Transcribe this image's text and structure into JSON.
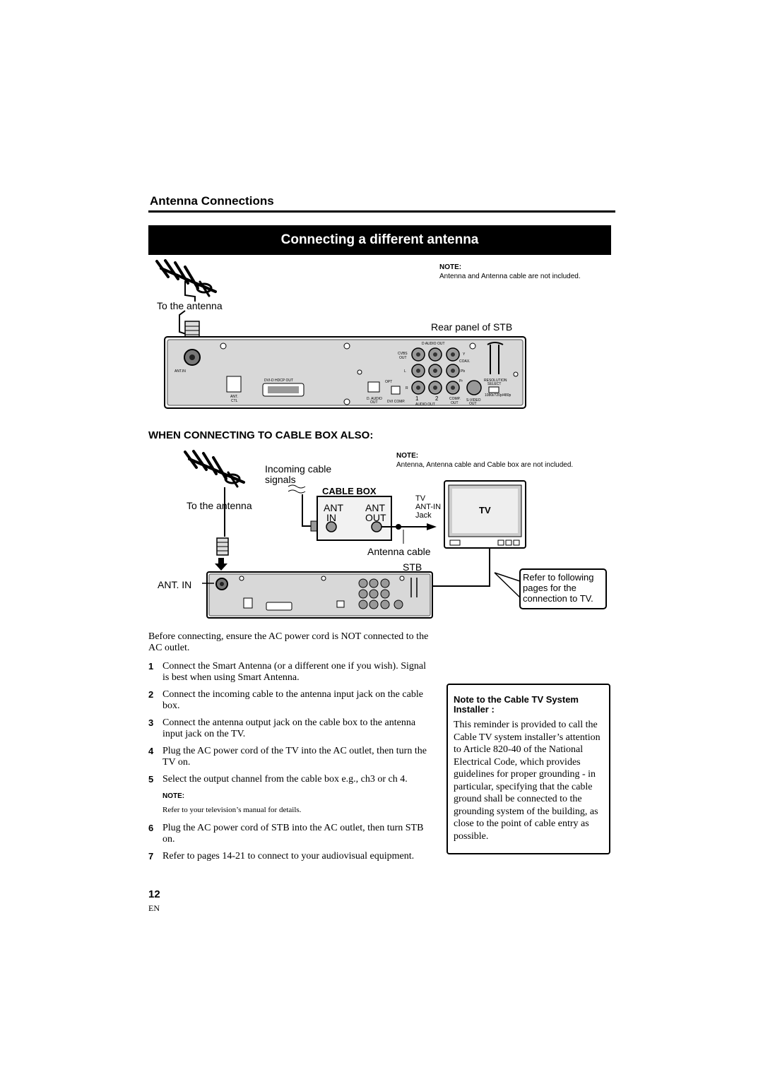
{
  "section_title": "Antenna Connections",
  "banner_title": "Connecting a different antenna",
  "note1": {
    "heading": "NOTE:",
    "text": "Antenna and Antenna cable are not included."
  },
  "diagram1": {
    "to_antenna": "To the antenna",
    "rear_panel": "Rear panel of STB"
  },
  "stb_panel": {
    "ant_in": "ANT.IN",
    "ant_ctl_1": "ANT.",
    "ant_ctl_2": "CTL",
    "dvi_label": "DVI-D HDCP OUT",
    "d_audio": "D  AUDIO  OUT",
    "cvbs": "CVBS",
    "out": "OUT",
    "y": "Y",
    "coax": "COAX.",
    "pb": "Pb",
    "pr": "Pr",
    "l": "L",
    "r": "R",
    "opt": "OPT",
    "resolution": "RESOLUTION",
    "select": "SELECT",
    "daudio_out_1": "D. AUDIO",
    "daudio_out_2": "OUT",
    "dvi_comp": "DVI  COMP.",
    "one": "1",
    "two": "2",
    "audio_out": "AUDIO OUT",
    "comp_out_1": "COMP.",
    "comp_out_2": "OUT",
    "svideo_1": "S-VIDEO",
    "svideo_2": "OUT",
    "res_values": "1080i/720p/480p"
  },
  "subheading": "WHEN CONNECTING TO CABLE BOX ALSO:",
  "note2": {
    "heading": "NOTE:",
    "text": "Antenna, Antenna cable and Cable box are not included."
  },
  "diagram2": {
    "incoming_1": "Incoming cable",
    "incoming_2": "signals",
    "cable_box": "CABLE BOX",
    "ant_in_1": "ANT",
    "ant_in_2": "IN",
    "ant_out_1": "ANT",
    "ant_out_2": "OUT",
    "tv_label": "TV",
    "tv_antin_1": "TV",
    "tv_antin_2": "ANT-IN",
    "tv_antin_3": "Jack",
    "to_antenna": "To the antenna",
    "antenna_cable": "Antenna cable",
    "stb": "STB",
    "ant_in_label": "ANT. IN",
    "refer_1": "Refer to following",
    "refer_2": "pages for the",
    "refer_3": "connection to TV."
  },
  "intro": "Before connecting, ensure the AC power cord is NOT connected to the AC outlet.",
  "steps": [
    {
      "num": "1",
      "text": "Connect the Smart Antenna (or a different one if you wish). Signal is best when using Smart Antenna."
    },
    {
      "num": "2",
      "text": "Connect the incoming cable to the antenna input jack on the cable box."
    },
    {
      "num": "3",
      "text": "Connect the antenna output jack on the cable box to the antenna input jack on the TV."
    },
    {
      "num": "4",
      "text": "Plug the AC power cord of the TV into the AC outlet, then turn the TV on."
    },
    {
      "num": "5",
      "text": "Select the output channel from the cable box e.g., ch3 or ch 4."
    },
    {
      "num": "6",
      "text": "Plug the AC power cord of STB into the AC outlet, then turn STB on."
    },
    {
      "num": "7",
      "text": "Refer to pages 14-21 to connect to your audiovisual equipment."
    }
  ],
  "step_note": {
    "heading": "NOTE:",
    "text": "Refer to your television’s manual for details."
  },
  "installer": {
    "heading": "Note to the Cable TV System Installer :",
    "text": "This reminder is provided to call the Cable TV system installer’s attention to Article 820-40 of the National Electrical Code, which provides guidelines for proper grounding - in particular, specifying that the cable ground shall be connected to the grounding system of the building, as close to the point of cable entry as possible."
  },
  "page_number": "12",
  "language": "EN"
}
